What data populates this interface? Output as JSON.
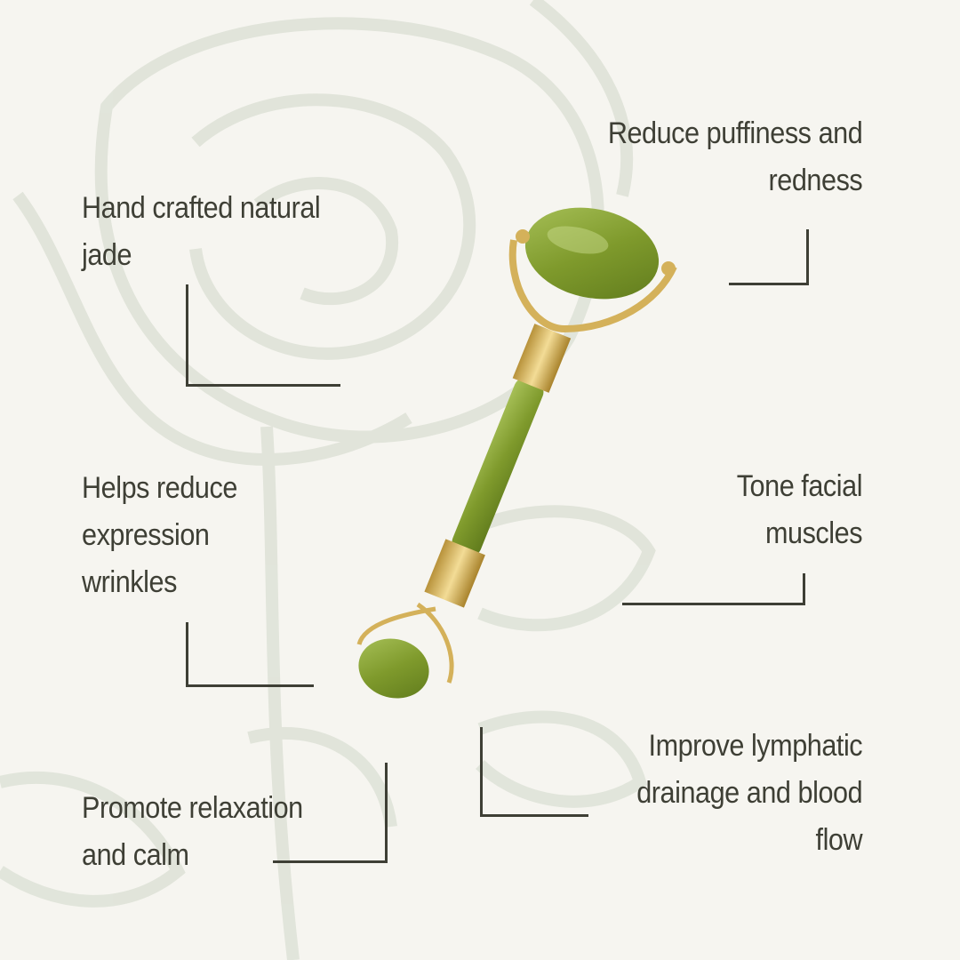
{
  "features": [
    {
      "lines": [
        "Hand crafted natural",
        "jade"
      ]
    },
    {
      "lines": [
        "Reduce puffiness and",
        "redness"
      ]
    },
    {
      "lines": [
        "Helps reduce",
        "expression",
        "wrinkles"
      ]
    },
    {
      "lines": [
        "Tone facial",
        "muscles"
      ]
    },
    {
      "lines": [
        "Promote relaxation",
        "and calm"
      ]
    },
    {
      "lines": [
        "Improve lymphatic",
        "drainage and blood",
        "flow"
      ]
    }
  ],
  "colors": {
    "background": "#f6f5f0",
    "text": "#3e3f35",
    "jade": "#8aa33a",
    "gold": "#d4b15a",
    "rose": "#dfe3d8"
  }
}
